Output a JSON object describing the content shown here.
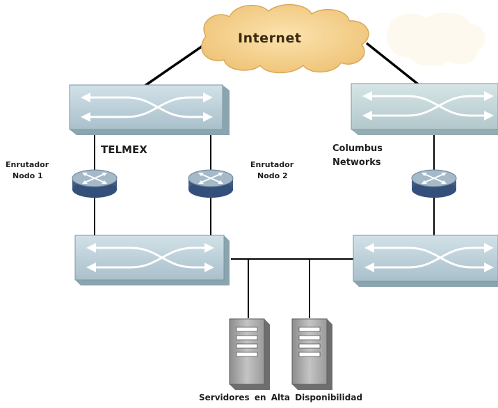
{
  "labels": {
    "internet": "Internet",
    "telmex": "TELMEX",
    "columbus_line1": "Columbus",
    "columbus_line2": "Networks",
    "router1_line1": "Enrutador",
    "router1_line2": "Nodo 1",
    "router2_line1": "Enrutador",
    "router2_line2": "Nodo 2",
    "servers": "Servidores en Alta Disponibilidad"
  },
  "colors": {
    "cloud": "#f4cf86",
    "switch_face": "#b4cad4",
    "router_top": "#a5b9c8",
    "router_side": "#3e5e88",
    "server_body": "#a2a2a2",
    "link": "#000000"
  }
}
